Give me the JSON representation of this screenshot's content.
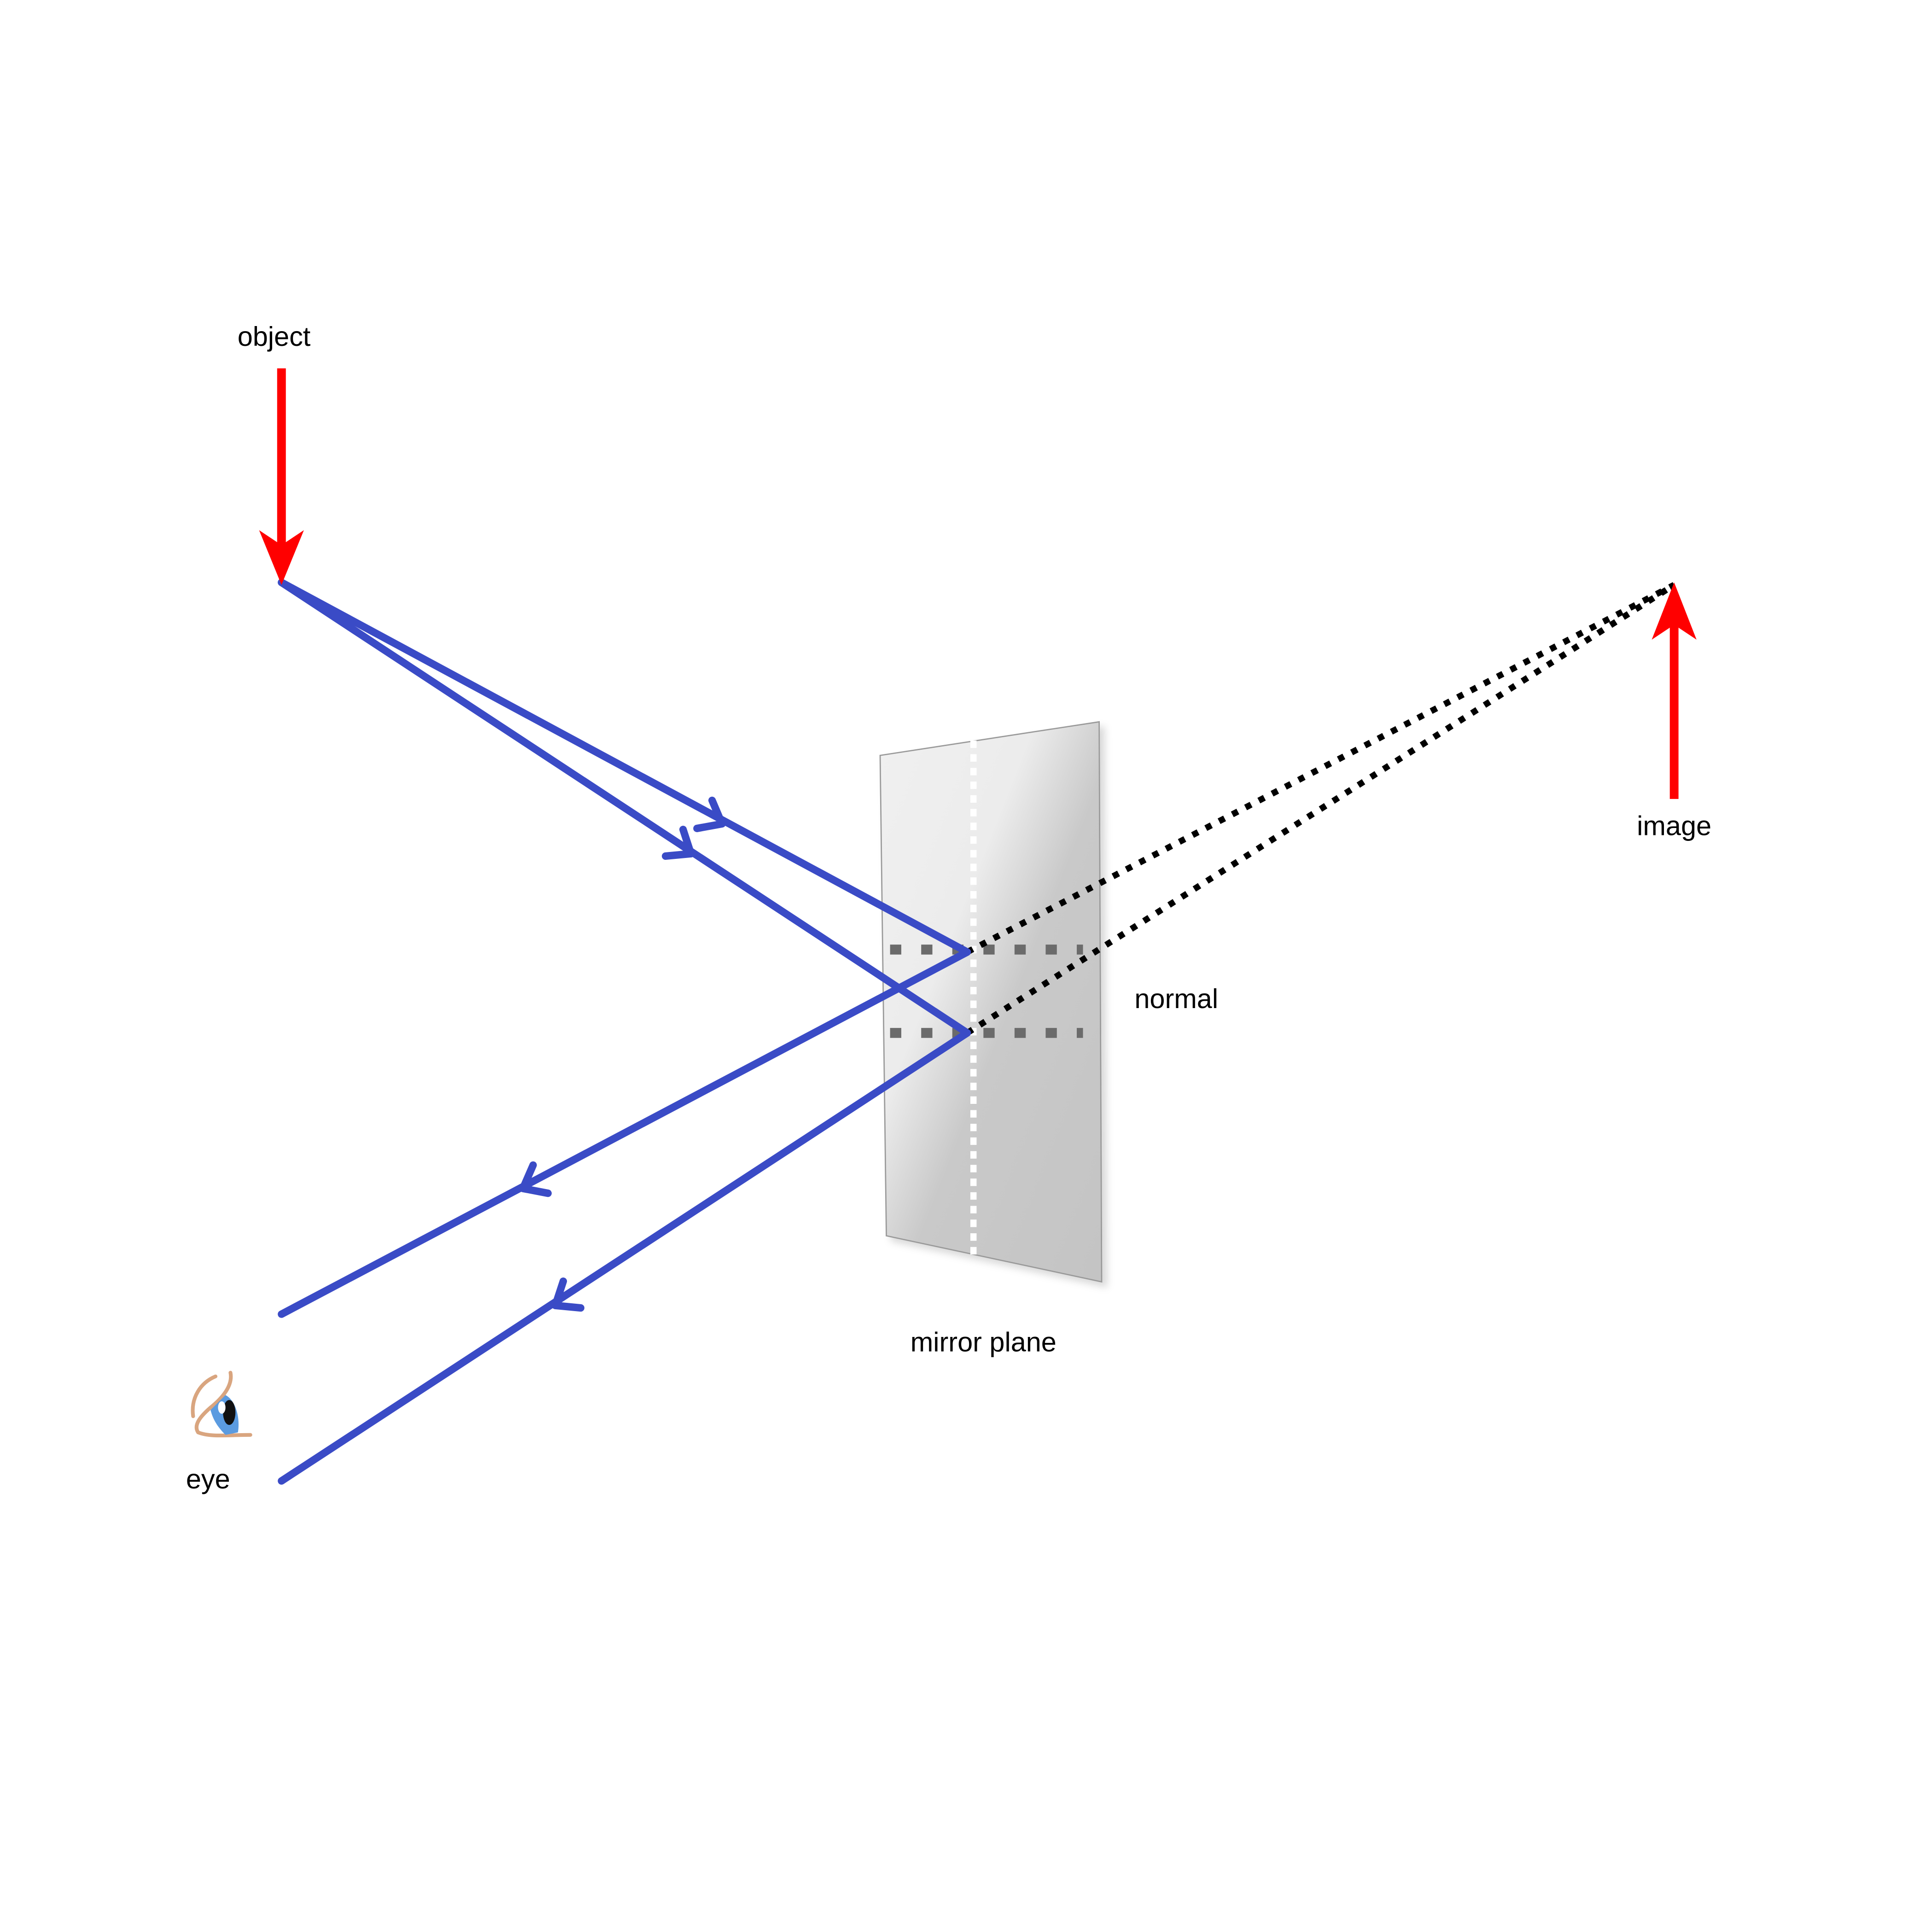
{
  "labels": {
    "object": "object",
    "image": "image",
    "normal": "normal",
    "mirror": "mirror plane",
    "eye": "eye"
  },
  "colors": {
    "ray": "#3a4bc6",
    "arrow": "#ff0000",
    "virtual_ray": "#000000",
    "normal_line": "#6b6b6b"
  },
  "icons": [
    "eye-icon"
  ]
}
